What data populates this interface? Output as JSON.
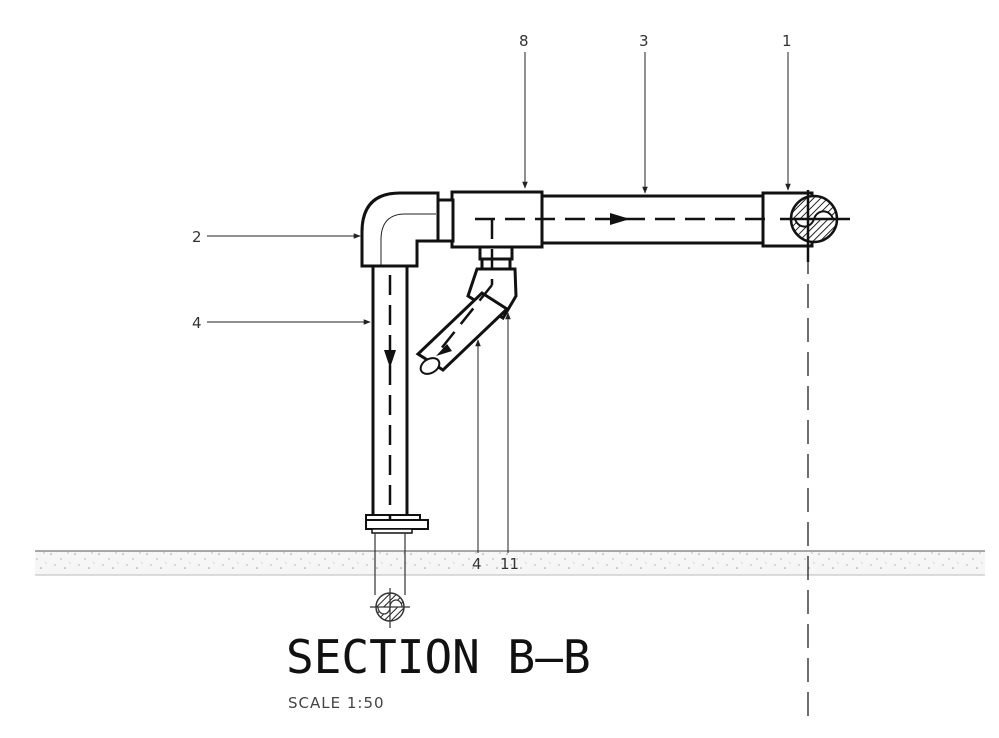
{
  "callouts": {
    "c8": "8",
    "c3": "3",
    "c1": "1",
    "c2": "2",
    "c4_left": "4",
    "c4_bottom": "4",
    "c11": "11"
  },
  "title": {
    "main": "SECTION B—B",
    "scale": "SCALE 1:50"
  },
  "colors": {
    "line": "#111111",
    "ground": "#999999",
    "hatch": "#222222"
  }
}
